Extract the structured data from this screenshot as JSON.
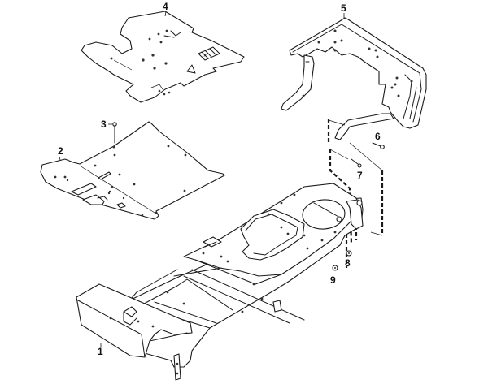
{
  "diagram": {
    "type": "exploded-parts-diagram",
    "subject": "lawn tractor frame assembly",
    "colors": {
      "line": "#1a1a1a",
      "background": "#ffffff"
    },
    "callouts": [
      {
        "id": "1",
        "label": "1",
        "part": "frame / front bumper"
      },
      {
        "id": "2",
        "label": "2",
        "part": "footrest plate"
      },
      {
        "id": "3",
        "label": "3",
        "part": "bolt"
      },
      {
        "id": "4",
        "label": "4",
        "part": "floor mat with decals"
      },
      {
        "id": "5",
        "label": "5",
        "part": "rear fender / hood bracket"
      },
      {
        "id": "6",
        "label": "6",
        "part": "bolt"
      },
      {
        "id": "7",
        "label": "7",
        "part": "screw"
      },
      {
        "id": "8",
        "label": "8",
        "part": "nut"
      },
      {
        "id": "9",
        "label": "9",
        "part": "nut"
      }
    ]
  }
}
